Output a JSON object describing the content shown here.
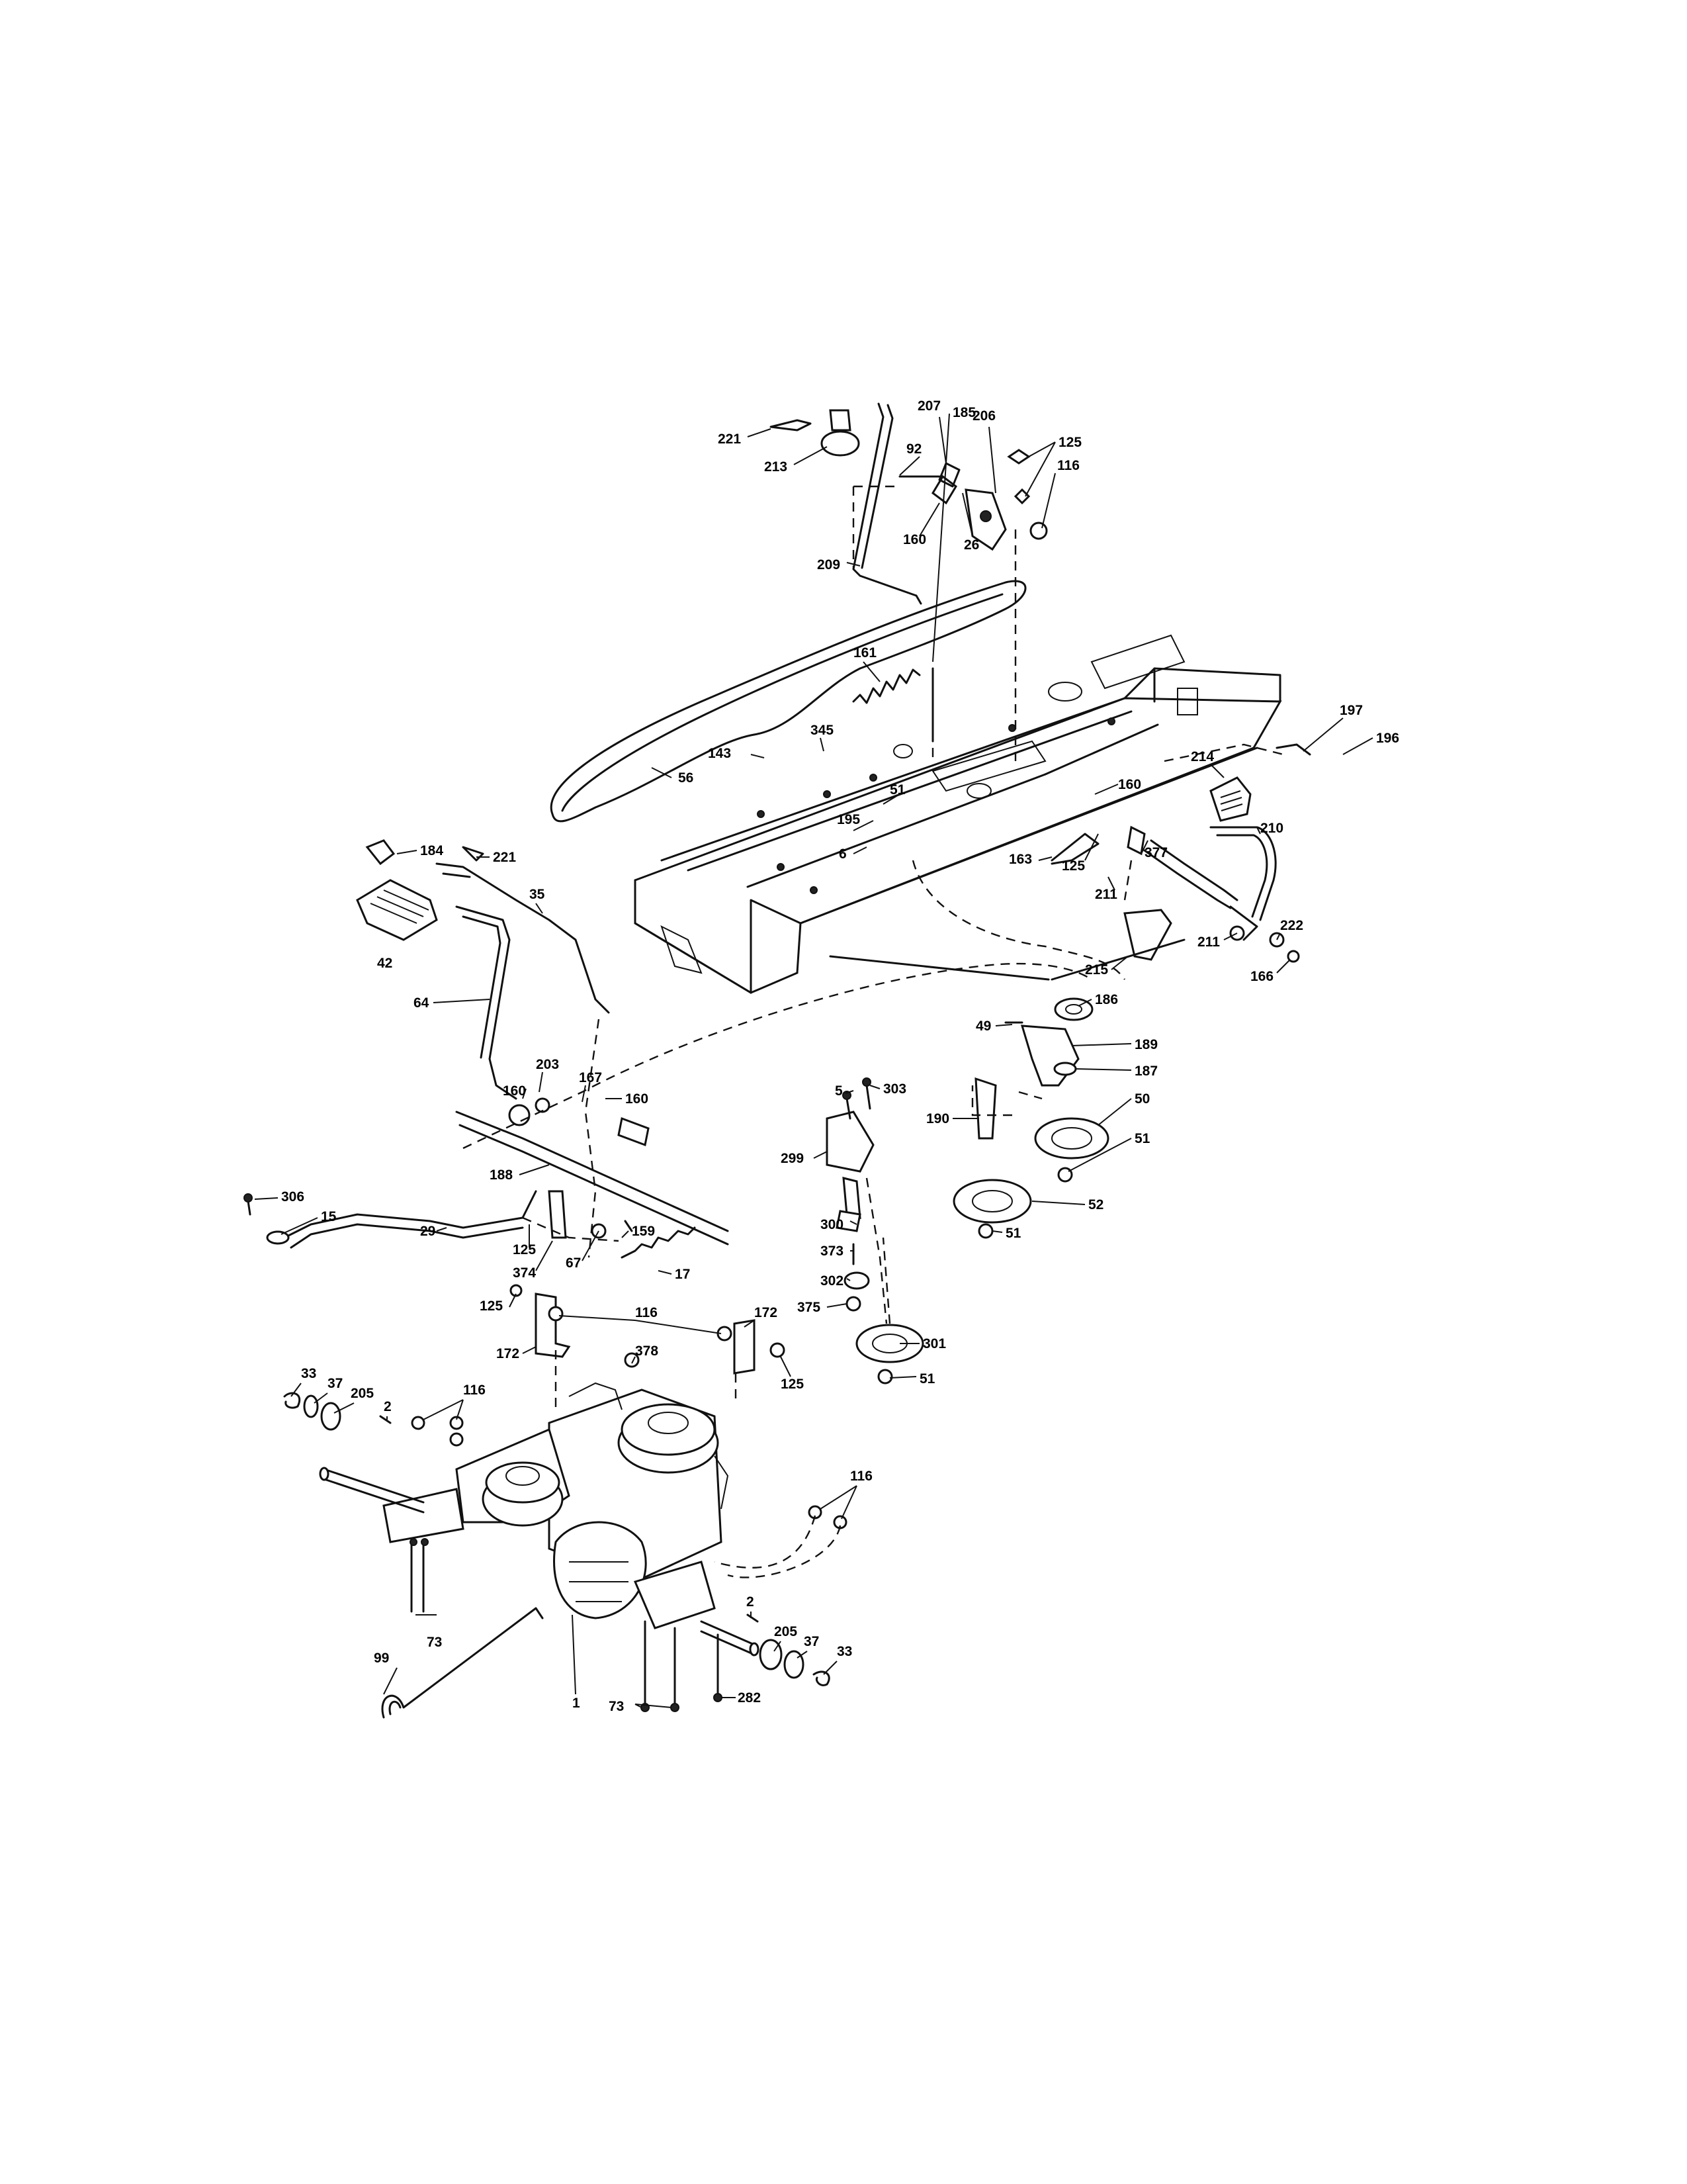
{
  "diagram": {
    "callouts": [
      {
        "id": "c221a",
        "label": "221"
      },
      {
        "id": "c213",
        "label": "213"
      },
      {
        "id": "c207",
        "label": "207"
      },
      {
        "id": "c206",
        "label": "206"
      },
      {
        "id": "c125a",
        "label": "125"
      },
      {
        "id": "c92",
        "label": "92"
      },
      {
        "id": "c116a",
        "label": "116"
      },
      {
        "id": "c160a",
        "label": "160"
      },
      {
        "id": "c26",
        "label": "26"
      },
      {
        "id": "c209",
        "label": "209"
      },
      {
        "id": "c185",
        "label": "185"
      },
      {
        "id": "c161",
        "label": "161"
      },
      {
        "id": "c345",
        "label": "345"
      },
      {
        "id": "c143",
        "label": "143"
      },
      {
        "id": "c56",
        "label": "56"
      },
      {
        "id": "c51a",
        "label": "51"
      },
      {
        "id": "c195",
        "label": "195"
      },
      {
        "id": "c6",
        "label": "6"
      },
      {
        "id": "c197",
        "label": "197"
      },
      {
        "id": "c196",
        "label": "196"
      },
      {
        "id": "c214",
        "label": "214"
      },
      {
        "id": "c160b",
        "label": "160"
      },
      {
        "id": "c377",
        "label": "377"
      },
      {
        "id": "c210",
        "label": "210"
      },
      {
        "id": "c163",
        "label": "163"
      },
      {
        "id": "c125b",
        "label": "125"
      },
      {
        "id": "c211a",
        "label": "211"
      },
      {
        "id": "c222",
        "label": "222"
      },
      {
        "id": "c211b",
        "label": "211"
      },
      {
        "id": "c215",
        "label": "215"
      },
      {
        "id": "c166",
        "label": "166"
      },
      {
        "id": "c184",
        "label": "184"
      },
      {
        "id": "c221b",
        "label": "221"
      },
      {
        "id": "c35",
        "label": "35"
      },
      {
        "id": "c42",
        "label": "42"
      },
      {
        "id": "c64",
        "label": "64"
      },
      {
        "id": "c186",
        "label": "186"
      },
      {
        "id": "c49",
        "label": "49"
      },
      {
        "id": "c189",
        "label": "189"
      },
      {
        "id": "c187",
        "label": "187"
      },
      {
        "id": "c5",
        "label": "5"
      },
      {
        "id": "c303",
        "label": "303"
      },
      {
        "id": "c203",
        "label": "203"
      },
      {
        "id": "c167",
        "label": "167"
      },
      {
        "id": "c160c",
        "label": "160"
      },
      {
        "id": "c160d",
        "label": "160"
      },
      {
        "id": "c190",
        "label": "190"
      },
      {
        "id": "c50",
        "label": "50"
      },
      {
        "id": "c299",
        "label": "299"
      },
      {
        "id": "c51b",
        "label": "51"
      },
      {
        "id": "c188",
        "label": "188"
      },
      {
        "id": "c52",
        "label": "52"
      },
      {
        "id": "c51c",
        "label": "51"
      },
      {
        "id": "c306",
        "label": "306"
      },
      {
        "id": "c15",
        "label": "15"
      },
      {
        "id": "c29",
        "label": "29"
      },
      {
        "id": "c125c",
        "label": "125"
      },
      {
        "id": "c159",
        "label": "159"
      },
      {
        "id": "c300",
        "label": "300"
      },
      {
        "id": "c373",
        "label": "373"
      },
      {
        "id": "c374",
        "label": "374"
      },
      {
        "id": "c67",
        "label": "67"
      },
      {
        "id": "c17",
        "label": "17"
      },
      {
        "id": "c302",
        "label": "302"
      },
      {
        "id": "c125d",
        "label": "125"
      },
      {
        "id": "c116b",
        "label": "116"
      },
      {
        "id": "c172a",
        "label": "172"
      },
      {
        "id": "c375",
        "label": "375"
      },
      {
        "id": "c172b",
        "label": "172"
      },
      {
        "id": "c378",
        "label": "378"
      },
      {
        "id": "c125e",
        "label": "125"
      },
      {
        "id": "c301",
        "label": "301"
      },
      {
        "id": "c33a",
        "label": "33"
      },
      {
        "id": "c37a",
        "label": "37"
      },
      {
        "id": "c116c",
        "label": "116"
      },
      {
        "id": "c205a",
        "label": "205"
      },
      {
        "id": "c2a",
        "label": "2"
      },
      {
        "id": "c51d",
        "label": "51"
      },
      {
        "id": "c116d",
        "label": "116"
      },
      {
        "id": "c73a",
        "label": "73"
      },
      {
        "id": "c2b",
        "label": "2"
      },
      {
        "id": "c99",
        "label": "99"
      },
      {
        "id": "c205b",
        "label": "205"
      },
      {
        "id": "c37b",
        "label": "37"
      },
      {
        "id": "c33b",
        "label": "33"
      },
      {
        "id": "c1",
        "label": "1"
      },
      {
        "id": "c73b",
        "label": "73"
      },
      {
        "id": "c282",
        "label": "282"
      }
    ]
  }
}
